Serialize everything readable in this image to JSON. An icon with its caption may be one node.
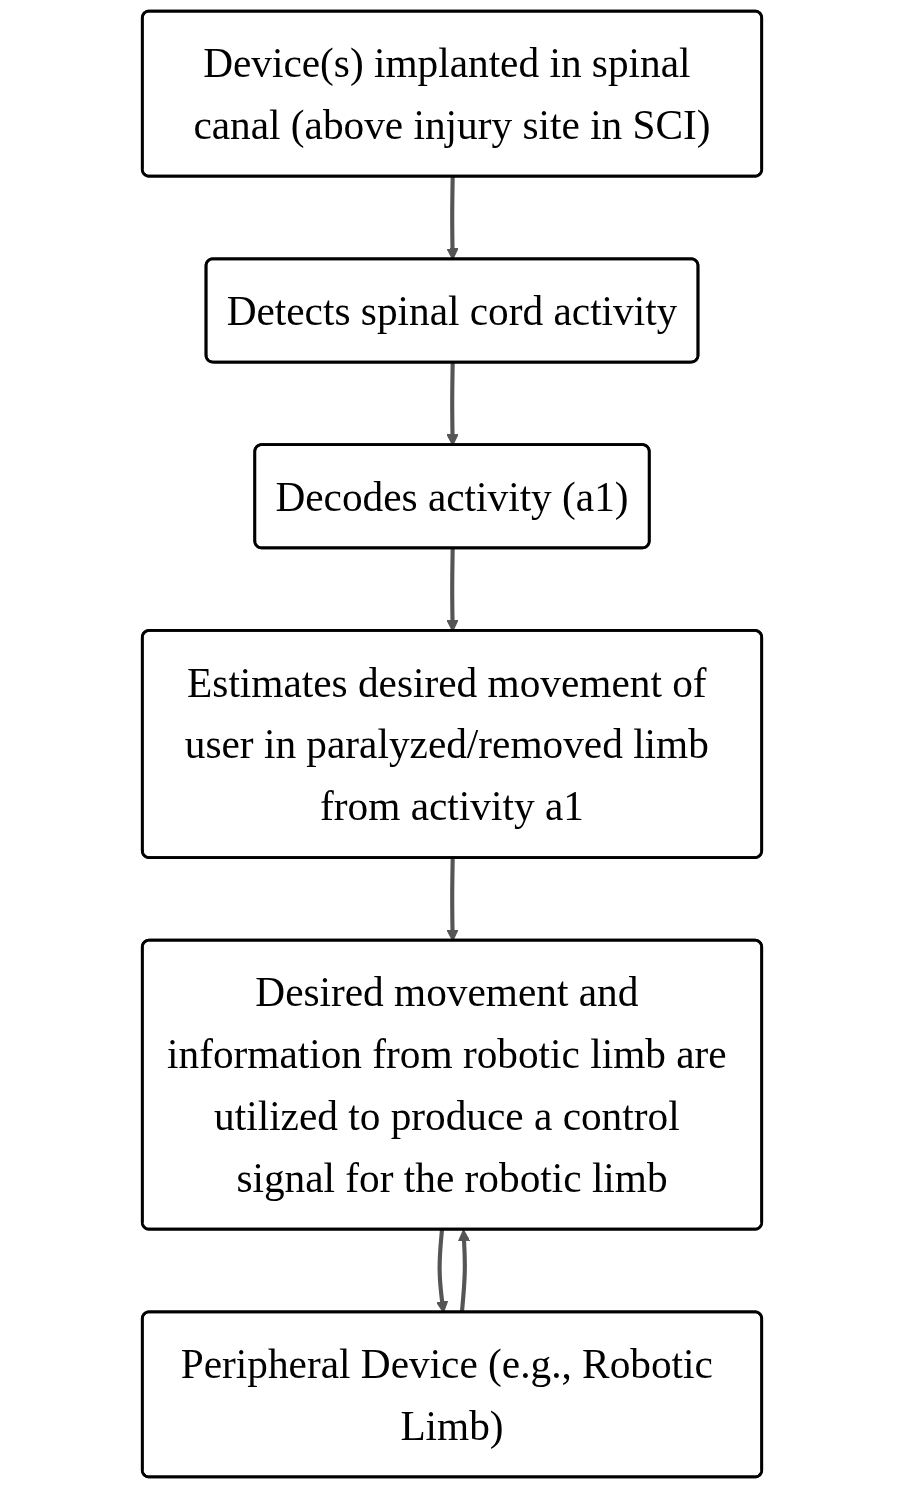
{
  "diagram": {
    "nodes": [
      {
        "text": [
          "Device(s) implanted in spinal canal (above injury site in SCI)"
        ]
      },
      {
        "text": [
          "Detects spinal cord activity"
        ]
      },
      {
        "text": [
          "Decodes activity (a1)"
        ]
      },
      {
        "text": [
          "Estimates desired movement of user in paralyzed/removed limb from activity a1"
        ]
      },
      {
        "text": [
          "Desired movement and information from robotic limb are utilized to produce a control signal for the robotic limb"
        ]
      },
      {
        "text": [
          "Peripheral Device (e.g., Robotic Limb)"
        ]
      }
    ],
    "edges": [
      {
        "from": 0,
        "to": 1,
        "arrow": "to"
      },
      {
        "from": 1,
        "to": 2,
        "arrow": "to"
      },
      {
        "from": 2,
        "to": 3,
        "arrow": "to"
      },
      {
        "from": 3,
        "to": 4,
        "arrow": "to"
      },
      {
        "from": 4,
        "to": 5,
        "arrow": "to"
      },
      {
        "from": 5,
        "to": 4,
        "arrow": "to"
      }
    ]
  }
}
